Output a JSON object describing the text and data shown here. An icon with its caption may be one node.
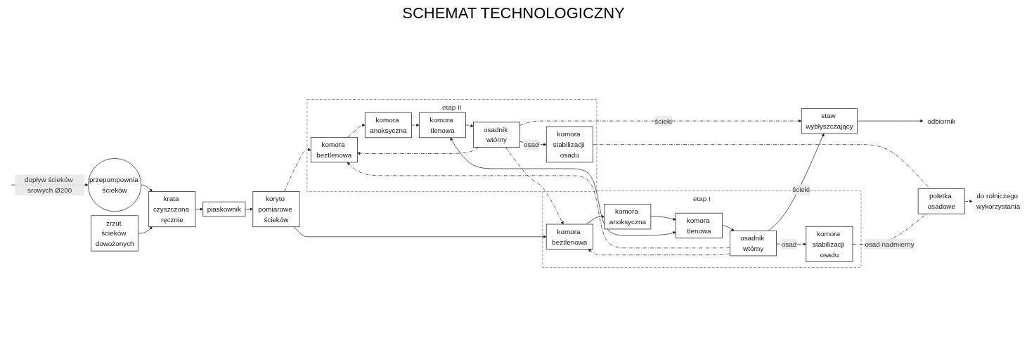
{
  "diagram": {
    "title": "SCHEMAT TECHNOLOGICZNY",
    "nodes": [
      {
        "text": [
          "przepompownia ścieków"
        ]
      },
      {
        "text": [
          "zrzut ścieków dowożonych"
        ]
      },
      {
        "text": [
          "krata czyszczona ręcznie"
        ]
      },
      {
        "text": [
          "piaskownik"
        ]
      },
      {
        "text": [
          "koryto pomiarowe ścieków"
        ]
      },
      {
        "text": [
          "etap II"
        ]
      },
      {
        "text": [
          "komora beztlenowa"
        ],
        "in": 5
      },
      {
        "text": [
          "komora anoksyczna"
        ],
        "in": 5
      },
      {
        "text": [
          "komora tlenowa"
        ],
        "in": 5
      },
      {
        "text": [
          "osadnik wtórny"
        ],
        "in": 5
      },
      {
        "text": [
          "komora stabilizacji osadu"
        ],
        "in": 5
      },
      {
        "text": [
          "etap I"
        ]
      },
      {
        "text": [
          "komora beztlenowa"
        ],
        "in": 11
      },
      {
        "text": [
          "komora anoksyczna"
        ],
        "in": 11
      },
      {
        "text": [
          "komora tlenowa"
        ],
        "in": 11
      },
      {
        "text": [
          "osadnik wtórny"
        ],
        "in": 11
      },
      {
        "text": [
          "komora stabilizacji osadu"
        ],
        "in": 11
      },
      {
        "text": [
          "staw wybłyszczający"
        ]
      },
      {
        "text": [
          "odbiornik"
        ]
      },
      {
        "text": [
          "poletka osadowe"
        ]
      },
      {
        "text": [
          "do rolniczego wykorzystania"
        ]
      }
    ],
    "edges": [
      {
        "from": null,
        "to": 0,
        "arrow": "to",
        "label": "dopływ ścieków srowych Ø200"
      },
      {
        "from": 0,
        "to": 2,
        "arrow": "to"
      },
      {
        "from": 1,
        "to": 2,
        "arrow": "to"
      },
      {
        "from": 2,
        "to": 3,
        "arrow": "to"
      },
      {
        "from": 3,
        "to": 4,
        "arrow": "to"
      },
      {
        "from": 4,
        "to": 6,
        "arrow": "to",
        "style": "dashed"
      },
      {
        "from": 4,
        "to": 12,
        "arrow": "to"
      },
      {
        "from": 6,
        "to": 7,
        "arrow": "to",
        "style": "dashed"
      },
      {
        "from": 7,
        "to": 8,
        "arrow": "to",
        "style": "dashed"
      },
      {
        "from": 8,
        "to": 9,
        "arrow": "to",
        "style": "dashed"
      },
      {
        "from": 12,
        "to": 13,
        "arrow": "to"
      },
      {
        "from": 13,
        "to": 14,
        "arrow": "to"
      },
      {
        "from": 14,
        "to": 15,
        "arrow": "to"
      },
      {
        "from": 8,
        "to": 14,
        "arrow": "both"
      },
      {
        "from": 9,
        "to": 10,
        "arrow": "to",
        "label": "osad",
        "style": "dashed"
      },
      {
        "from": 15,
        "to": 16,
        "arrow": "to",
        "label": "osad",
        "style": "dashed"
      },
      {
        "from": 9,
        "to": 6,
        "arrow": "to",
        "style": "dashed"
      },
      {
        "from": 9,
        "to": 12,
        "arrow": "to",
        "style": "dashed"
      },
      {
        "from": 15,
        "to": 6,
        "arrow": "to",
        "style": "dashed"
      },
      {
        "from": 15,
        "to": 12,
        "arrow": "to",
        "style": "dashed"
      },
      {
        "from": 9,
        "to": 17,
        "arrow": "to",
        "label": "ścieki",
        "style": "dashed"
      },
      {
        "from": 15,
        "to": 17,
        "arrow": "to",
        "label": "ścieki"
      },
      {
        "from": 17,
        "to": 18,
        "arrow": "to"
      },
      {
        "from": 10,
        "to": 19,
        "arrow": "none",
        "style": "dashed"
      },
      {
        "from": 16,
        "to": 19,
        "arrow": "none",
        "label": "osad nadmierny",
        "style": "dashed"
      },
      {
        "from": 19,
        "to": 20,
        "arrow": "to",
        "style": "dashed"
      }
    ]
  }
}
